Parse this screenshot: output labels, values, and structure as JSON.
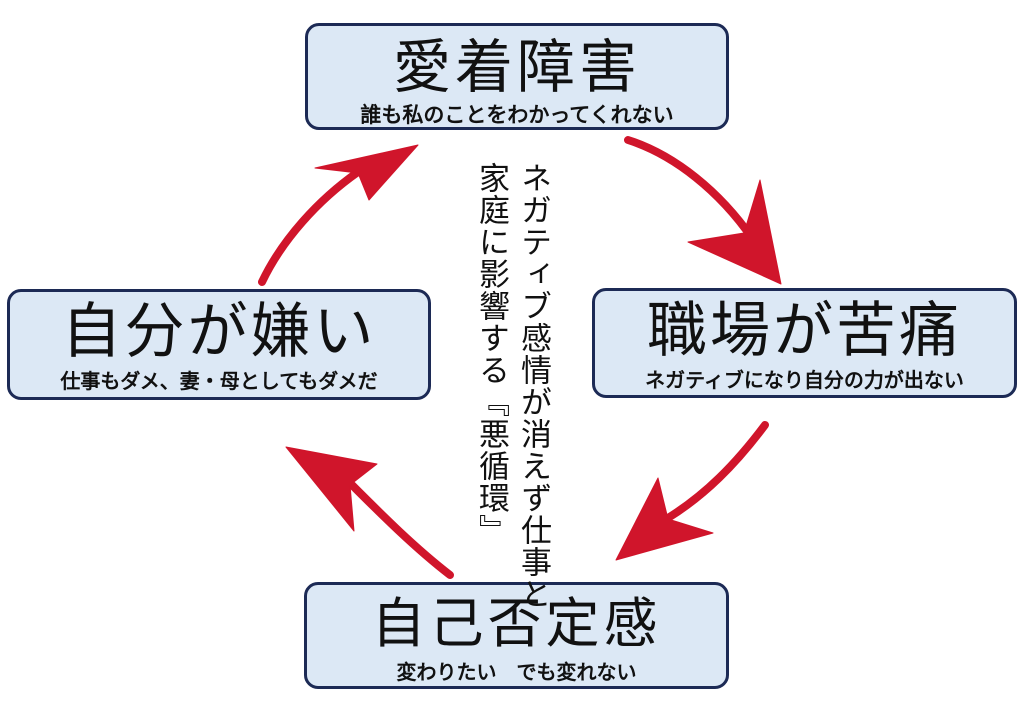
{
  "colors": {
    "node_fill": "#dce8f5",
    "node_border": "#1c2a55",
    "arrow_red": "#d0152b",
    "text": "#111111"
  },
  "nodes": {
    "top": {
      "title": "愛着障害",
      "subtitle": "誰も私のことをわかってくれない"
    },
    "right": {
      "title": "職場が苦痛",
      "subtitle": "ネガティブになり自分の力が出ない"
    },
    "bottom": {
      "title": "自己否定感",
      "subtitle": "変わりたい　でも変れない"
    },
    "left": {
      "title": "自分が嫌い",
      "subtitle": "仕事もダメ、妻・母としてもダメだ"
    }
  },
  "caption": {
    "line1": "ネガティブ感情が消えず仕事と",
    "line2": "家庭に影響する『悪循環』"
  },
  "arrows": [
    {
      "from": "top",
      "to": "right",
      "icon": "curved-arrow-icon"
    },
    {
      "from": "right",
      "to": "bottom",
      "icon": "curved-arrow-icon"
    },
    {
      "from": "bottom",
      "to": "left",
      "icon": "curved-arrow-icon"
    },
    {
      "from": "left",
      "to": "top",
      "icon": "curved-arrow-icon"
    }
  ]
}
